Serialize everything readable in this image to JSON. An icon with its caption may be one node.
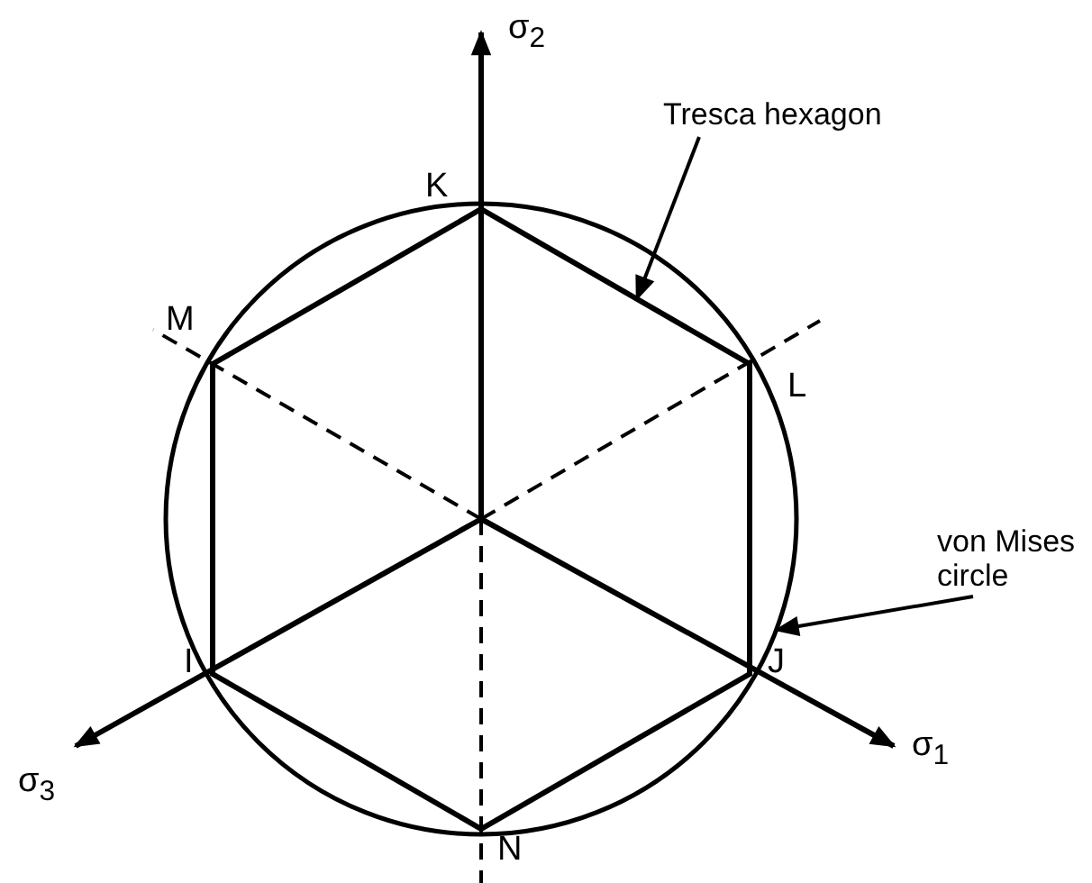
{
  "diagram": {
    "nodes": [
      {
        "text": [
          "Tresca hexagon"
        ]
      },
      {
        "text": [],
        "shape": "circle"
      },
      {
        "text": [],
        "shape": "hexagon",
        "in": 1
      },
      {
        "text": [
          "von Mises circle"
        ]
      }
    ],
    "edges": [
      {
        "from": 0,
        "to": 2,
        "arrow": "to"
      },
      {
        "from": 3,
        "to": 1,
        "arrow": "to"
      }
    ],
    "labels": [
      "σ$_{2}$",
      "K",
      "M",
      "L",
      "I",
      "J",
      "σ$_{3}$",
      "σ$_{1}$",
      "N"
    ]
  }
}
